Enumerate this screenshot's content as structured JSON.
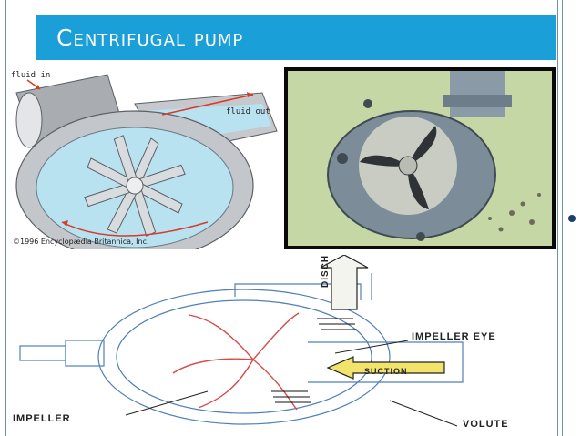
{
  "slide": {
    "title": "Centrifugal pump"
  },
  "figure_top_left": {
    "label_fluid_in": "fluid in",
    "label_fluid_out": "fluid out",
    "copyright": "©1996 Encyclopædia Britannica, Inc."
  },
  "figure_bottom": {
    "label_discharge": "DISCHARGE",
    "label_impeller_eye": "IMPELLER EYE",
    "label_suction": "SUCTION",
    "label_impeller": "IMPELLER",
    "label_volute": "VOLUTE"
  },
  "colors": {
    "title_bar": "#1a9fd8",
    "title_text": "#ffffff",
    "frame": "#6f8fb3",
    "side_dot": "#1a3f6b",
    "pump_casing": "#bfc3c8",
    "pump_fluid": "#b9e2f1",
    "flow_arrow": "#d83a2a",
    "photo_bg": "#c4d7a4"
  }
}
